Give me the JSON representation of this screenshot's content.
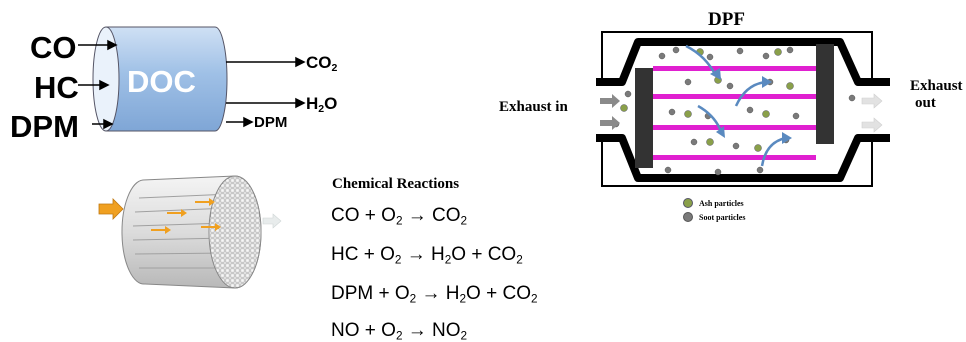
{
  "doc": {
    "title": "DOC",
    "inputs": [
      "CO",
      "HC",
      "DPM"
    ],
    "outputs": [
      {
        "base": "CO",
        "sub": "2",
        "tail": ""
      },
      {
        "base": "H",
        "sub": "2",
        "tail": "O"
      },
      {
        "base": "DPM",
        "sub": "",
        "tail": ""
      }
    ]
  },
  "reactions": {
    "heading": "Chemical Reactions",
    "items": [
      {
        "lhs": "CO + O",
        "lhs_sub": "2",
        "arrow": "→",
        "rhs": "CO",
        "rhs_sub": "2",
        "rhs_tail": ""
      },
      {
        "lhs": "HC + O",
        "lhs_sub": "2",
        "arrow": "→",
        "rhs": "H",
        "rhs_sub": "2",
        "rhs_tail": "O + CO",
        "rhs_sub2": "2"
      },
      {
        "lhs": "DPM + O",
        "lhs_sub": "2",
        "arrow": "→",
        "rhs": "H",
        "rhs_sub": "2",
        "rhs_tail": "O + CO",
        "rhs_sub2": "2"
      },
      {
        "lhs": "NO + O",
        "lhs_sub": "2",
        "arrow": "→",
        "rhs": "NO",
        "rhs_sub": "2",
        "rhs_tail": ""
      }
    ]
  },
  "dpf": {
    "title": "DPF",
    "exhaust_in": "Exhaust in",
    "exhaust_out_1": "Exhaust",
    "exhaust_out_2": "out",
    "legend": [
      {
        "label": "Ash particles",
        "color": "#8aa04a"
      },
      {
        "label": "Soot particles",
        "color": "#7a7a7a"
      }
    ],
    "colors": {
      "channel": "#e020d0",
      "flow_arrow": "#5a8ac0",
      "plug": "#333333"
    }
  }
}
